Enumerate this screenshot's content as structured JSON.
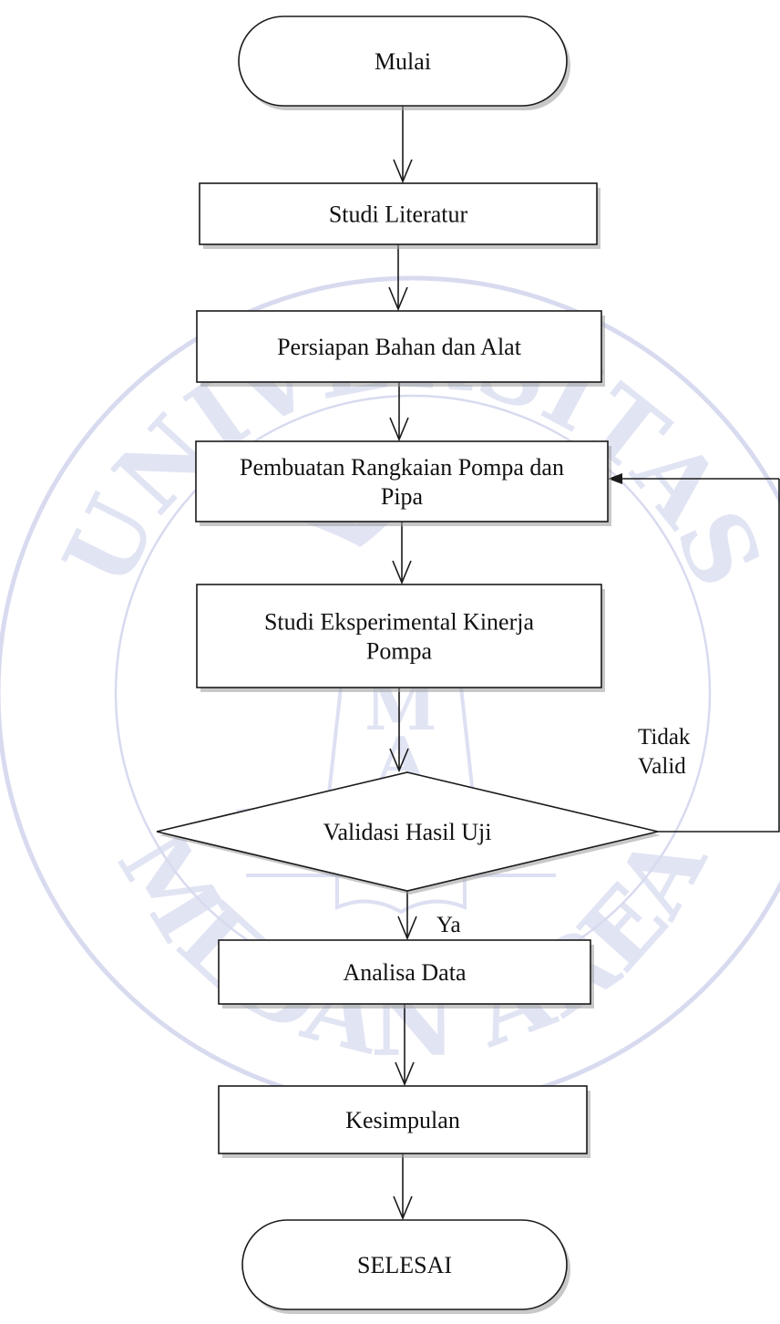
{
  "watermark": {
    "arc_top": "UNIVERSITAS",
    "arc_bottom": "MEDAN AREA",
    "letters": [
      "U",
      "M",
      "A"
    ]
  },
  "flowchart": {
    "nodes": [
      {
        "id": "start",
        "shape": "terminator",
        "lines": [
          "Mulai"
        ]
      },
      {
        "id": "literature",
        "shape": "process",
        "lines": [
          "Studi Literatur"
        ]
      },
      {
        "id": "preparation",
        "shape": "process",
        "lines": [
          "Persiapan Bahan dan Alat"
        ]
      },
      {
        "id": "assembly",
        "shape": "process",
        "lines": [
          "Pembuatan Rangkaian Pompa dan",
          "Pipa"
        ]
      },
      {
        "id": "experiment",
        "shape": "process",
        "lines": [
          "Studi Eksperimental Kinerja",
          "Pompa"
        ]
      },
      {
        "id": "validation",
        "shape": "decision",
        "lines": [
          "Validasi Hasil Uji"
        ]
      },
      {
        "id": "analysis",
        "shape": "process",
        "lines": [
          "Analisa Data"
        ]
      },
      {
        "id": "conclusion",
        "shape": "process",
        "lines": [
          "Kesimpulan"
        ]
      },
      {
        "id": "end",
        "shape": "terminator",
        "lines": [
          "SELESAI"
        ]
      }
    ],
    "edges": [
      {
        "from": "start",
        "to": "literature",
        "label": []
      },
      {
        "from": "literature",
        "to": "preparation",
        "label": []
      },
      {
        "from": "preparation",
        "to": "assembly",
        "label": []
      },
      {
        "from": "assembly",
        "to": "experiment",
        "label": []
      },
      {
        "from": "experiment",
        "to": "validation",
        "label": []
      },
      {
        "from": "validation",
        "to": "analysis",
        "label": [
          "Ya"
        ]
      },
      {
        "from": "validation",
        "to": "assembly",
        "label": [
          "Tidak",
          "Valid"
        ]
      },
      {
        "from": "analysis",
        "to": "conclusion",
        "label": []
      },
      {
        "from": "conclusion",
        "to": "end",
        "label": []
      }
    ]
  }
}
